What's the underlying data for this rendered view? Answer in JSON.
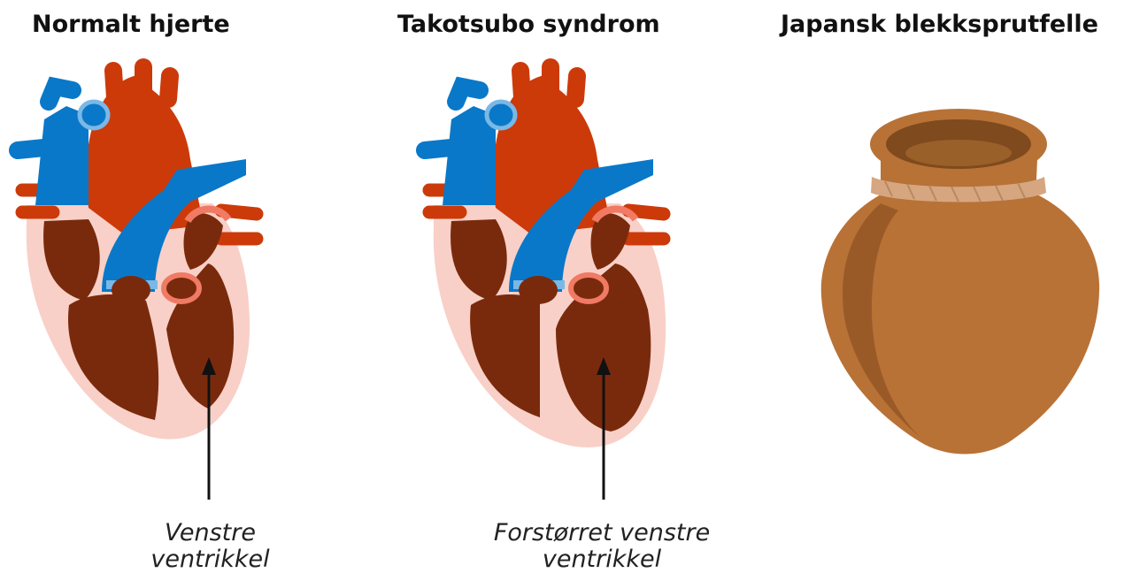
{
  "panels": [
    {
      "title": "Normalt hjerte",
      "caption_lines": [
        "Venstre",
        "ventrikkel"
      ]
    },
    {
      "title": "Takotsubo syndrom",
      "caption_lines": [
        "Forstørret venstre",
        "ventrikkel"
      ]
    },
    {
      "title": "Japansk blekksprutfelle"
    }
  ],
  "colors": {
    "vein_blue": "#0a78c8",
    "vein_light": "#7ab8e6",
    "aorta_red": "#cc3a0a",
    "muscle_brown": "#7a2a0c",
    "pericardium_pink": "#f8d0c8",
    "artery_pink": "#f07a64",
    "pot_brown": "#b87236",
    "pot_shadow": "#9a5a28",
    "rope_tan": "#d6a680",
    "arrow": "#111111"
  }
}
